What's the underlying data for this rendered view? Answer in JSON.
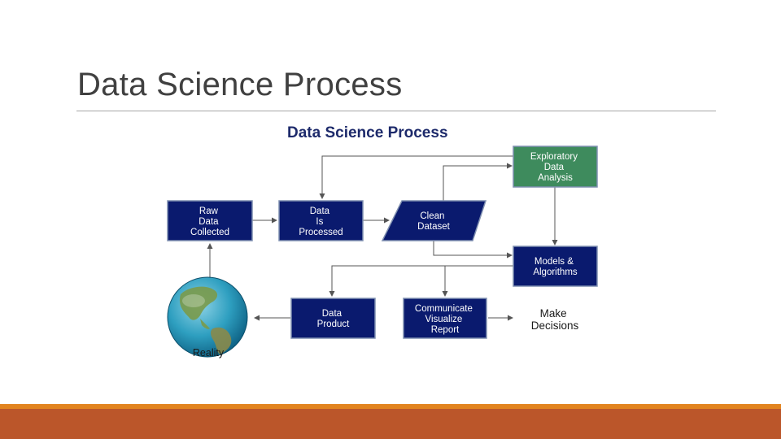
{
  "slide": {
    "title": "Data Science Process"
  },
  "diagram": {
    "heading": "Data Science Process",
    "nodes": {
      "raw_data": [
        "Raw",
        "Data",
        "Collected"
      ],
      "data_processed": [
        "Data",
        "Is",
        "Processed"
      ],
      "clean_dataset": [
        "Clean",
        "Dataset"
      ],
      "eda": [
        "Exploratory",
        "Data",
        "Analysis"
      ],
      "models": [
        "Models &",
        "Algorithms"
      ],
      "data_product": [
        "Data",
        "Product"
      ],
      "communicate": [
        "Communicate",
        "Visualize",
        "Report"
      ],
      "decisions": [
        "Make",
        "Decisions"
      ],
      "reality": "Reality"
    }
  },
  "colors": {
    "node_blue": "#0a1a6e",
    "node_green": "#3e8b5d",
    "node_border": "#7f8fb0",
    "arrow": "#555555",
    "heading": "#1d2a6b",
    "footer_orange": "#e2841f",
    "footer_rust": "#bb562a"
  },
  "icons": {
    "reality": "globe-icon"
  }
}
